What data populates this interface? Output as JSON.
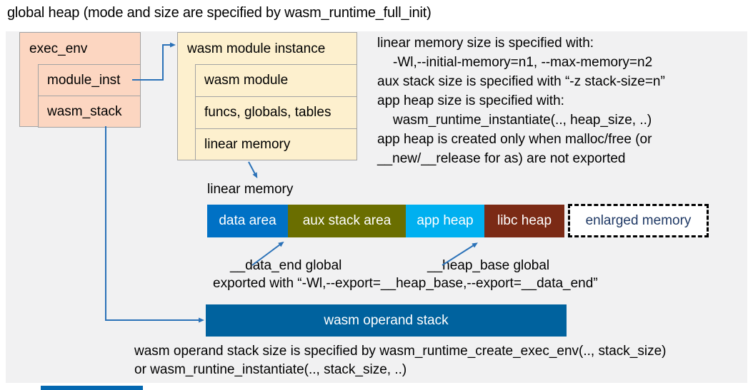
{
  "title": "global heap (mode and size are specified by wasm_runtime_full_init)",
  "exec_env": {
    "header": "exec_env",
    "rows": [
      "module_inst",
      "wasm_stack"
    ]
  },
  "module_instance": {
    "header": "wasm module instance",
    "rows": [
      "wasm module",
      "funcs, globals, tables",
      "linear memory"
    ]
  },
  "notes_right": {
    "lines": [
      "linear memory size is specified with:",
      "-Wl,--initial-memory=n1, --max-memory=n2",
      "aux stack size is specified with “-z stack-size=n”",
      "app heap size is specified with:",
      "wasm_runtime_instantiate(.., heap_size, ..)",
      "app heap is created only when malloc/free (or",
      "__new/__release for as) are not exported"
    ]
  },
  "linear_memory": {
    "label": "linear memory",
    "segments": [
      {
        "label": "data area",
        "color": "#0071c5",
        "text_color": "#ffffff"
      },
      {
        "label": "aux stack area",
        "color": "#6a6e00",
        "text_color": "#ffffff"
      },
      {
        "label": "app heap",
        "color": "#00b0f0",
        "text_color": "#ffffff"
      },
      {
        "label": "libc heap",
        "color": "#7b2a15",
        "text_color": "#ffffff"
      },
      {
        "label": "enlarged memory",
        "color": "#ffffff",
        "text_color": "#1f3965",
        "border": "dashed"
      }
    ],
    "annotations": {
      "data_end": "__data_end global",
      "heap_base": "__heap_base global",
      "exported": "exported with “-Wl,--export=__heap_base,--export=__data_end”"
    }
  },
  "operand_stack": {
    "label": "wasm operand stack",
    "color": "#00629e"
  },
  "notes_bottom": {
    "lines": [
      "wasm operand stack size is specified by wasm_runtime_create_exec_env(.., stack_size)",
      "or wasm_runtine_instantiate(.., stack_size, ..)"
    ]
  },
  "colors": {
    "panel_background": "#f1f1f2",
    "exec_env_box": "#fcd6c1",
    "module_instance_box": "#fdf0ce",
    "box_border": "#a3a3a3",
    "arrow_blue": "#2b72b8",
    "bottom_strip": "#0368b1"
  }
}
